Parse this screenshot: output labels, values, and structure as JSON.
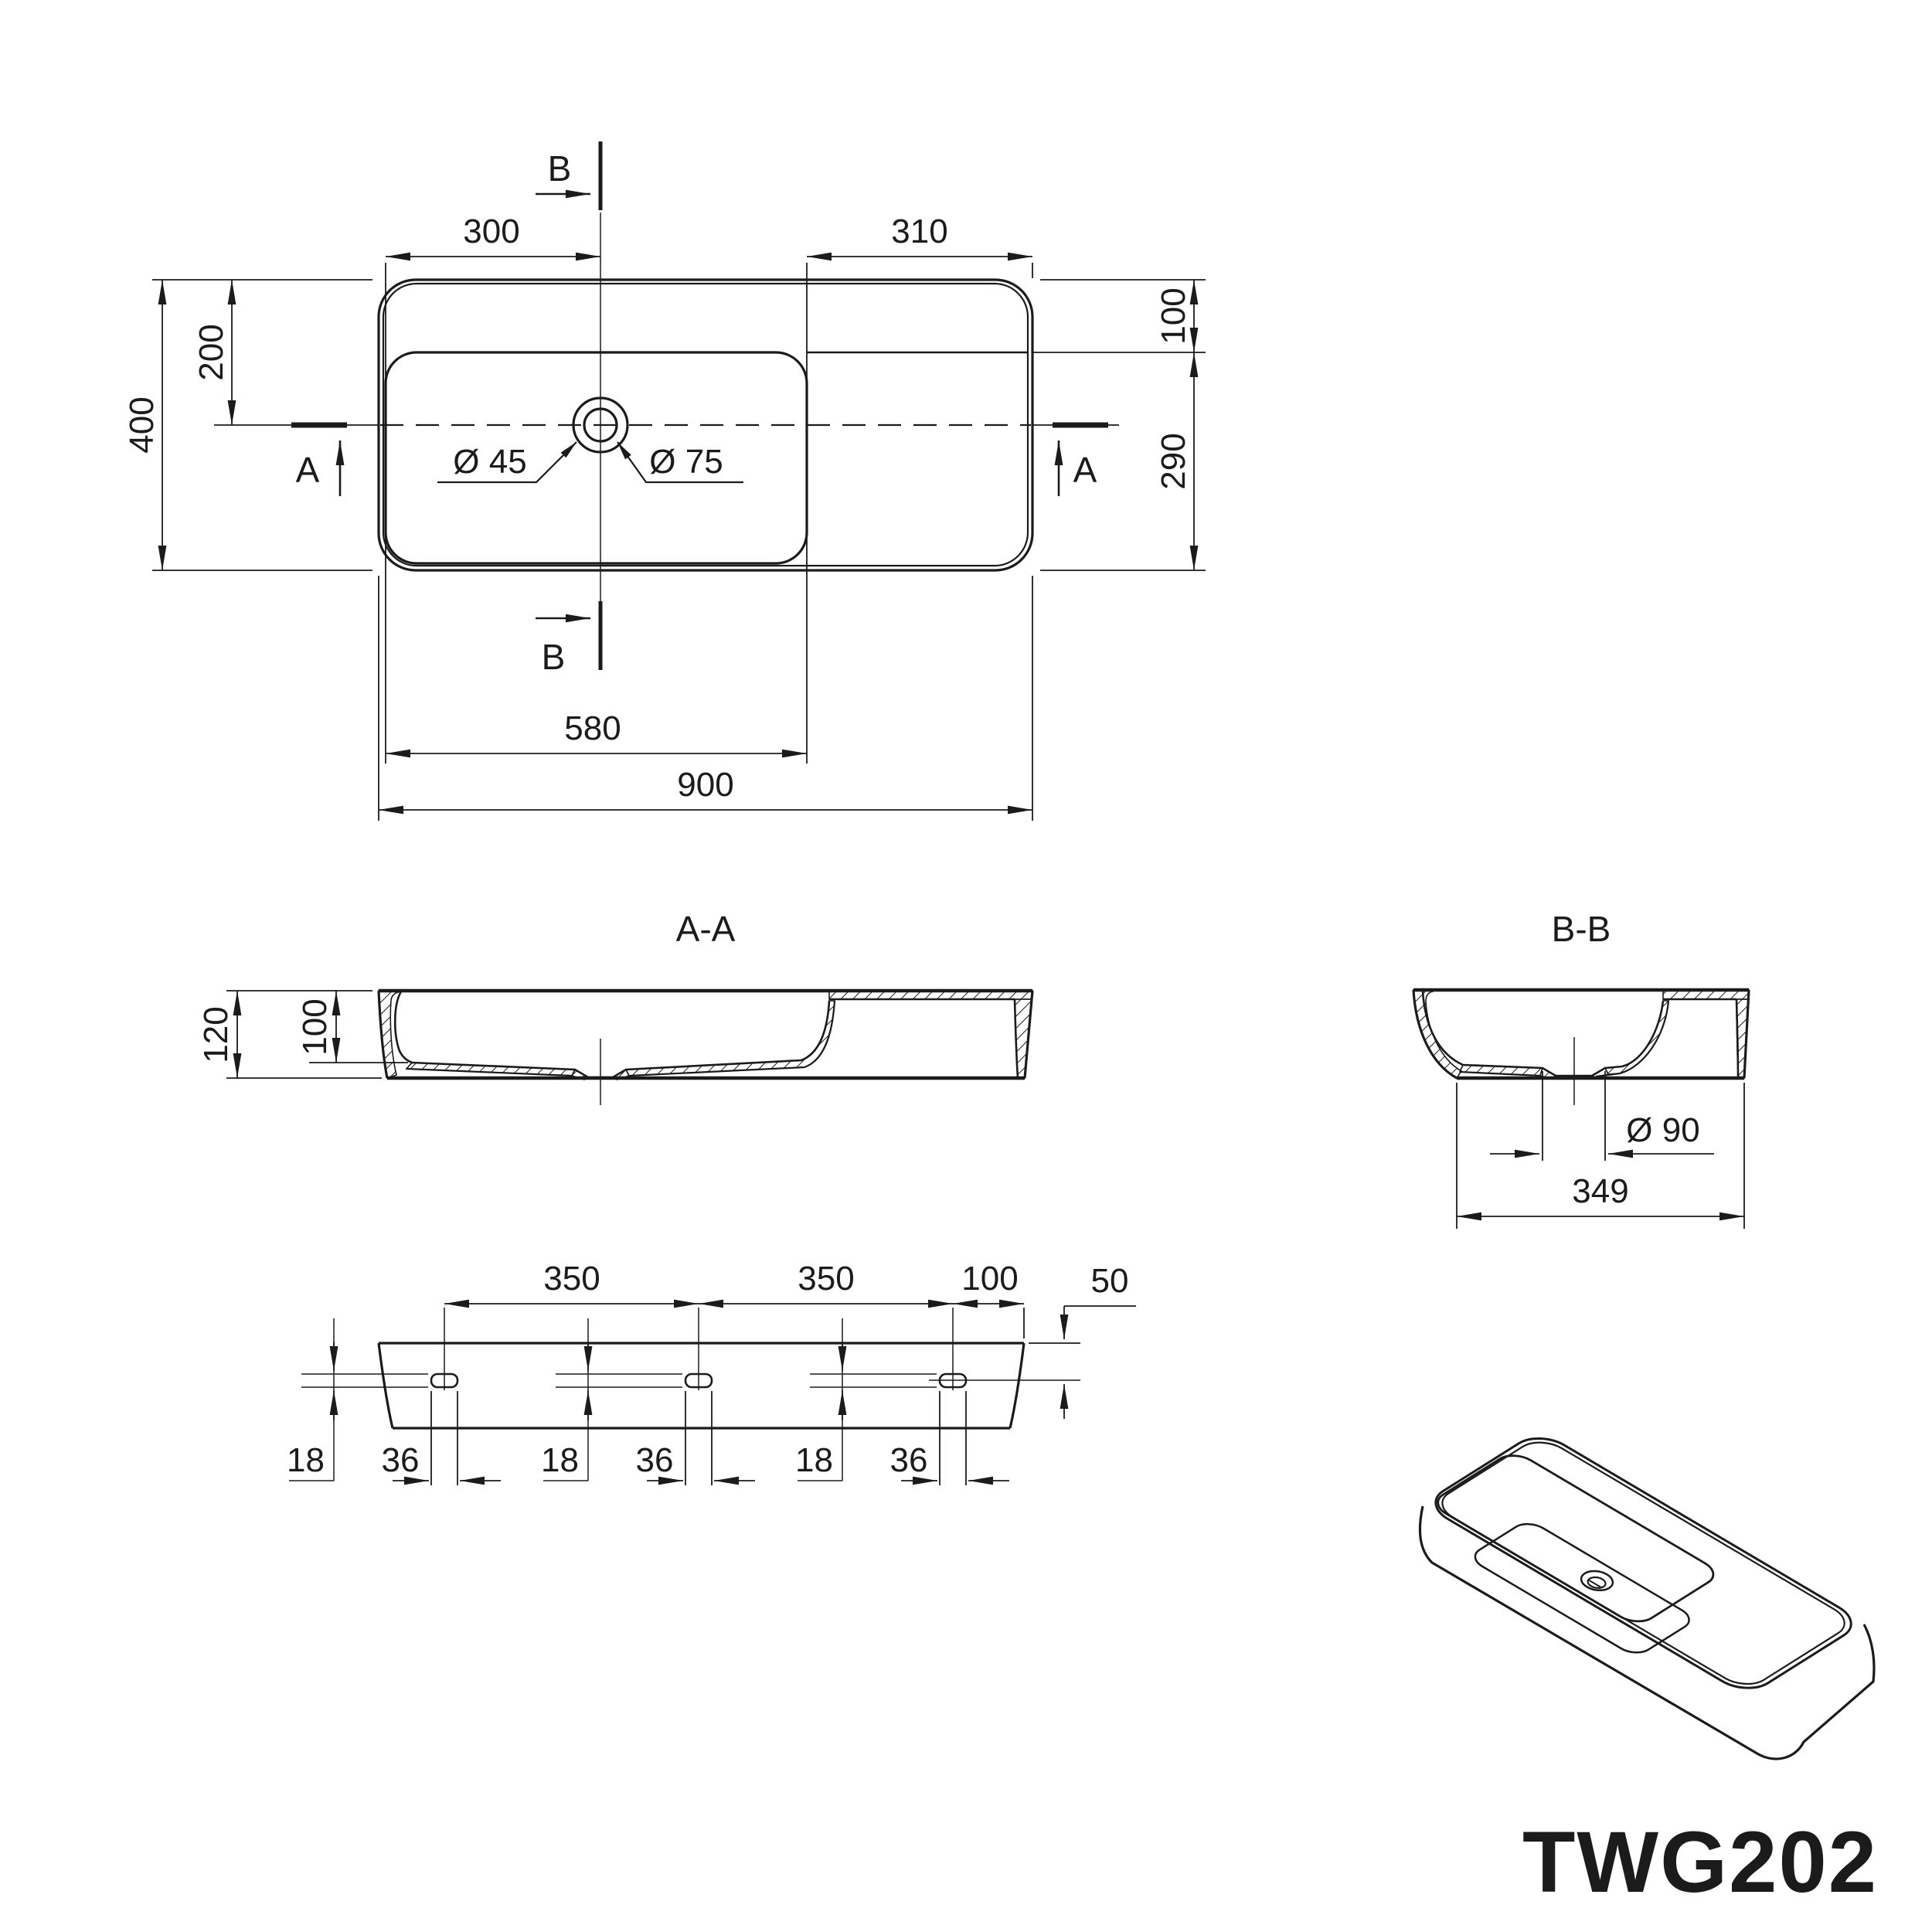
{
  "product_code": "TWG202",
  "plan_view": {
    "marker_a": "A",
    "marker_b": "B",
    "dim_width_left": "300",
    "dim_width_right": "310",
    "dim_height_total": "400",
    "dim_center_offset": "200",
    "dim_shelf_offset": "100",
    "dim_bowl_height": "290",
    "dim_bowl_width": "580",
    "dim_total_width": "900",
    "label_hole_small": "Ø 45",
    "label_hole_large": "Ø 75"
  },
  "section_aa": {
    "title": "A-A",
    "dim_total_depth": "120",
    "dim_bowl_depth": "100"
  },
  "section_bb": {
    "title": "B-B",
    "dim_drain": "Ø 90",
    "dim_base_width": "349"
  },
  "rear_view": {
    "dim_slot_spacing_left": "350",
    "dim_slot_spacing_right": "350",
    "dim_slot_edge": "100",
    "dim_slot_top": "50",
    "dim_slot_height": "18",
    "dim_slot_width": "36"
  }
}
